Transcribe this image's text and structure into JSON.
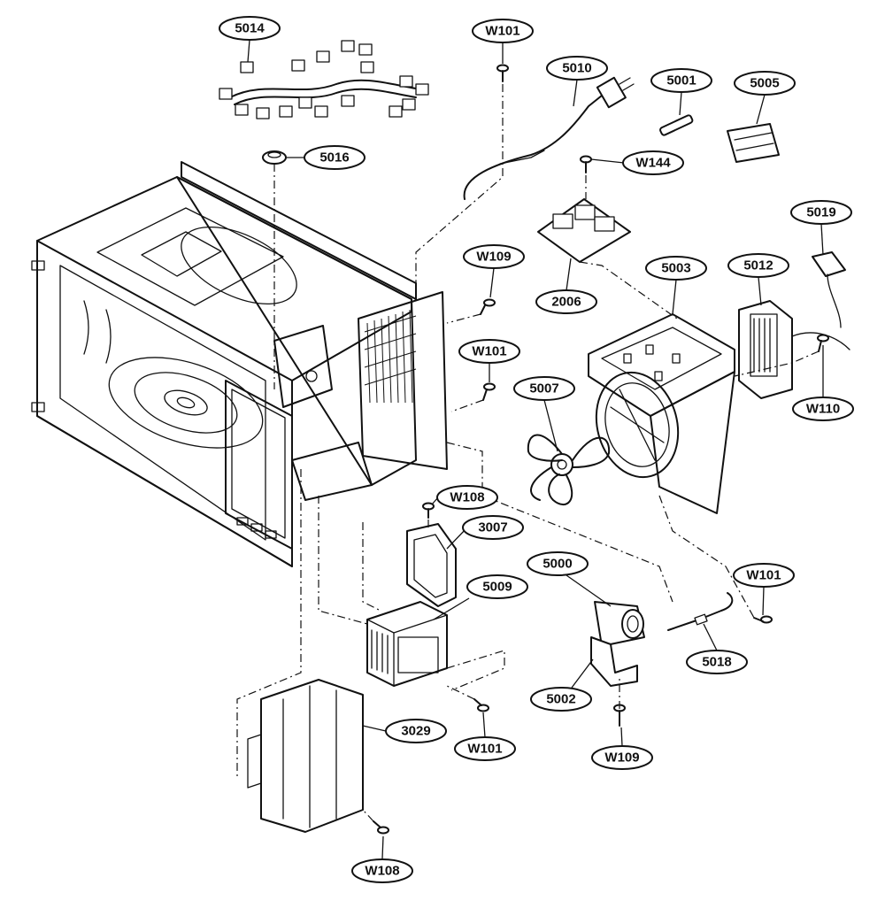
{
  "diagram": {
    "callouts": [
      {
        "id": "c-5014",
        "label": "5014"
      },
      {
        "id": "c-w101-top",
        "label": "W101"
      },
      {
        "id": "c-5010",
        "label": "5010"
      },
      {
        "id": "c-5001",
        "label": "5001"
      },
      {
        "id": "c-5005",
        "label": "5005"
      },
      {
        "id": "c-5016",
        "label": "5016"
      },
      {
        "id": "c-w144",
        "label": "W144"
      },
      {
        "id": "c-5019",
        "label": "5019"
      },
      {
        "id": "c-w109-top",
        "label": "W109"
      },
      {
        "id": "c-5003",
        "label": "5003"
      },
      {
        "id": "c-5012",
        "label": "5012"
      },
      {
        "id": "c-2006",
        "label": "2006"
      },
      {
        "id": "c-w101-mid",
        "label": "W101"
      },
      {
        "id": "c-5007",
        "label": "5007"
      },
      {
        "id": "c-w110",
        "label": "W110"
      },
      {
        "id": "c-w108-mid",
        "label": "W108"
      },
      {
        "id": "c-3007",
        "label": "3007"
      },
      {
        "id": "c-5000",
        "label": "5000"
      },
      {
        "id": "c-5009",
        "label": "5009"
      },
      {
        "id": "c-w101-right",
        "label": "W101"
      },
      {
        "id": "c-5018",
        "label": "5018"
      },
      {
        "id": "c-5002",
        "label": "5002"
      },
      {
        "id": "c-3029",
        "label": "3029"
      },
      {
        "id": "c-w101-bottom",
        "label": "W101"
      },
      {
        "id": "c-w109-bottom",
        "label": "W109"
      },
      {
        "id": "c-w108-bottom",
        "label": "W108"
      }
    ]
  }
}
